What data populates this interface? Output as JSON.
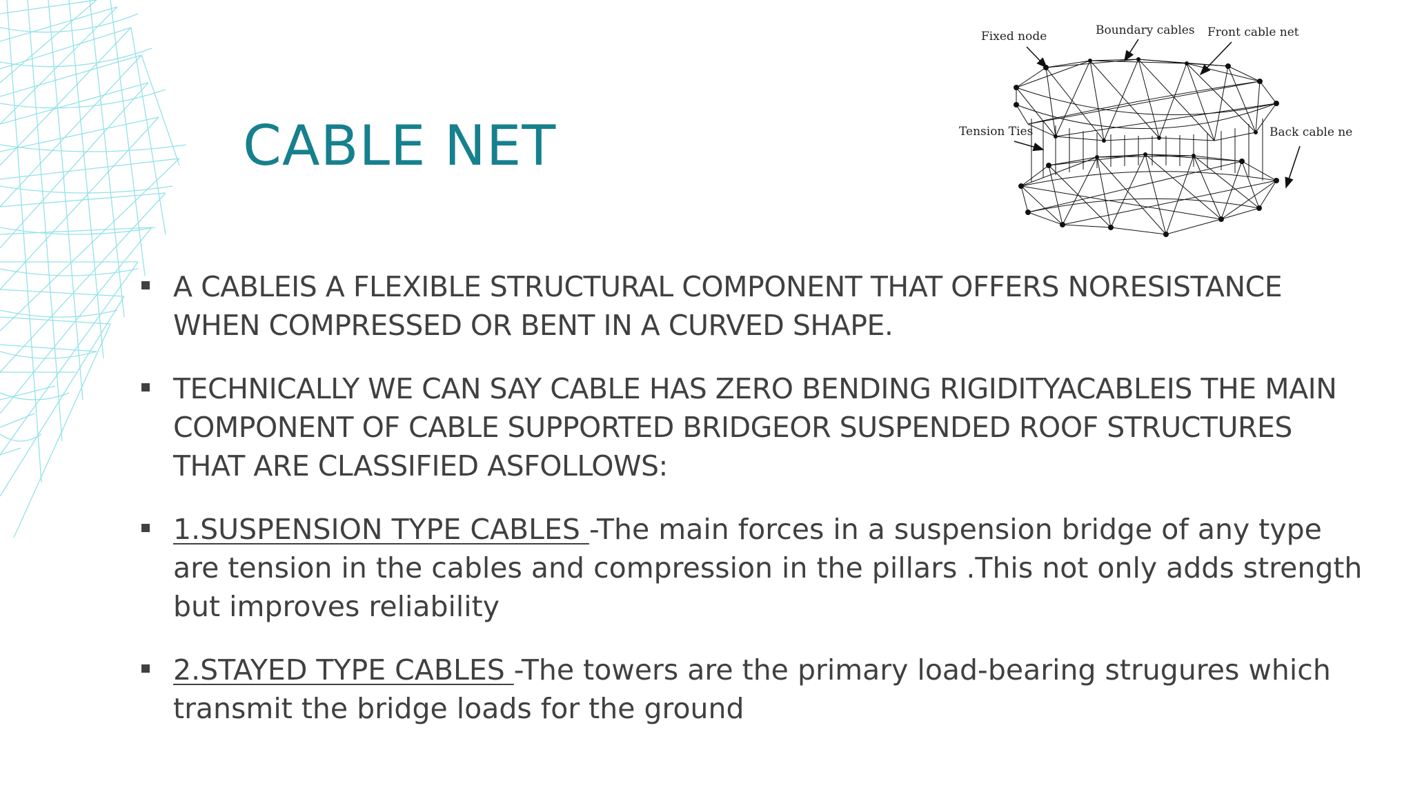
{
  "slide": {
    "title": "CABLE NET"
  },
  "diagram": {
    "labels": {
      "fixed_node": "Fixed node",
      "boundary_cables": "Boundary cables",
      "front_cable_net": "Front cable net",
      "tension_ties": "Tension Ties",
      "back_cable_net": "Back cable net"
    }
  },
  "bullets": [
    {
      "text": "A CABLEIS A FLEXIBLE STRUCTURAL COMPONENT THAT OFFERS NORESISTANCE WHEN COMPRESSED OR BENT IN A CURVED SHAPE."
    },
    {
      "text": "TECHNICALLY WE CAN SAY CABLE HAS ZERO BENDING RIGIDITYACABLEIS THE MAIN COMPONENT OF CABLE SUPPORTED BRIDGEOR SUSPENDED ROOF STRUCTURES THAT ARE CLASSIFIED ASFOLLOWS:"
    },
    {
      "heading": "1.SUSPENSION TYPE CABLES ",
      "text": "-The main forces in a suspension bridge of any type are tension in the cables and compression in the pillars .This not only adds strength but improves reliability"
    },
    {
      "heading": "2.STAYED TYPE CABLES ",
      "text": "-The towers are the primary load-bearing strugures which transmit the bridge loads for the ground"
    }
  ],
  "colors": {
    "title": "#16808e",
    "body_text": "#404040",
    "decoration": "#7fdde6"
  }
}
